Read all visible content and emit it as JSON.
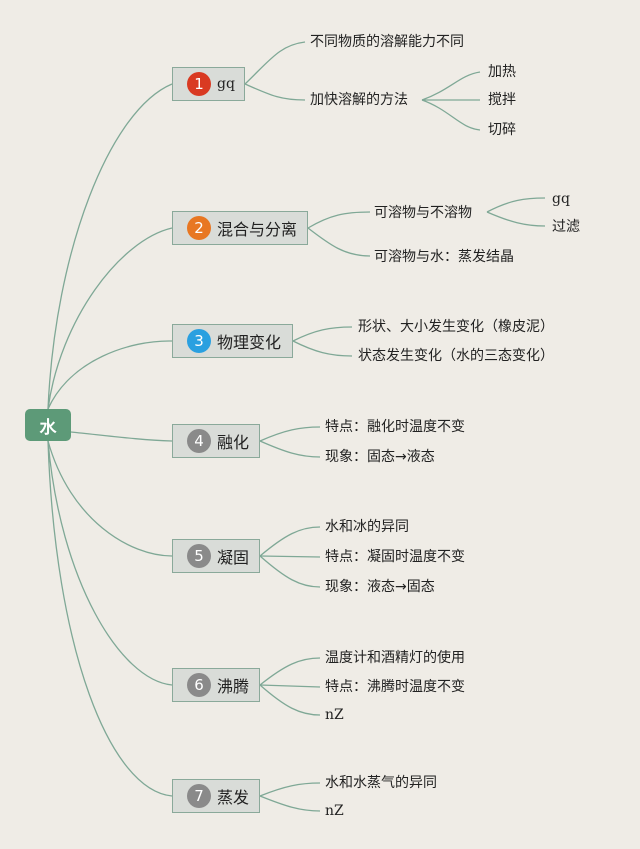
{
  "root": "水",
  "colors": {
    "line": "#7fa896",
    "root": "#5d9a78",
    "badge_red": "#d93a22",
    "badge_orange": "#e87722",
    "badge_blue": "#2aa0e0",
    "badge_gray": "#8a8a8a"
  },
  "branches": [
    {
      "num": "1",
      "label": "gq",
      "leaves": [
        "不同物质的溶解能力不同",
        "加快溶解的方法"
      ],
      "sub": [
        "加热",
        "搅拌",
        "切碎"
      ]
    },
    {
      "num": "2",
      "label": "混合与分离",
      "leaves": [
        "可溶物与不溶物",
        "可溶物与水：蒸发结晶"
      ],
      "sub": [
        "gq",
        "过滤"
      ]
    },
    {
      "num": "3",
      "label": "物理变化",
      "leaves": [
        "形状、大小发生变化（橡皮泥）",
        "状态发生变化（水的三态变化）"
      ]
    },
    {
      "num": "4",
      "label": "融化",
      "leaves": [
        "特点：融化时温度不变",
        "现象：固态→液态"
      ]
    },
    {
      "num": "5",
      "label": "凝固",
      "leaves": [
        "水和冰的异同",
        "特点：凝固时温度不变",
        "现象：液态→固态"
      ]
    },
    {
      "num": "6",
      "label": "沸腾",
      "leaves": [
        "温度计和酒精灯的使用",
        "特点：沸腾时温度不变",
        "nZ"
      ]
    },
    {
      "num": "7",
      "label": "蒸发",
      "leaves": [
        "水和水蒸气的异同",
        "nZ"
      ]
    }
  ]
}
